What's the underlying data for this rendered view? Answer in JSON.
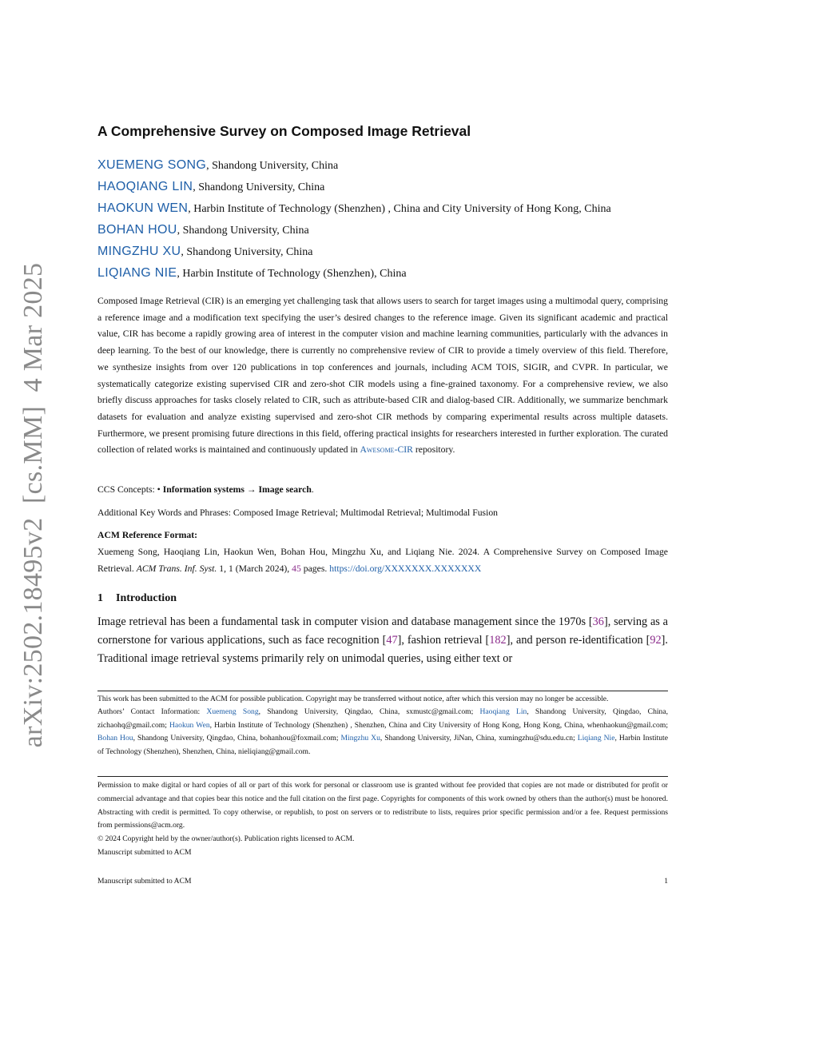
{
  "watermark": "arXiv:2502.18495v2  [cs.MM]  4 Mar 2025",
  "title": "A Comprehensive Survey on Composed Image Retrieval",
  "authors": [
    {
      "name": "XUEMENG SONG",
      "affiliation": ", Shandong University, China"
    },
    {
      "name": "HAOQIANG LIN",
      "affiliation": ", Shandong University, China"
    },
    {
      "name": "HAOKUN WEN",
      "affiliation": ", Harbin Institute of Technology (Shenzhen) , China and City University of Hong Kong, China"
    },
    {
      "name": "BOHAN HOU",
      "affiliation": ", Shandong University, China"
    },
    {
      "name": "MINGZHU XU",
      "affiliation": ", Shandong University, China"
    },
    {
      "name": "LIQIANG NIE",
      "affiliation": ", Harbin Institute of Technology (Shenzhen), China"
    }
  ],
  "abstract": {
    "text": "Composed Image Retrieval (CIR) is an emerging yet challenging task that allows users to search for target images using a multimodal query, comprising a reference image and a modification text specifying the user’s desired changes to the reference image. Given its significant academic and practical value, CIR has become a rapidly growing area of interest in the computer vision and machine learning communities, particularly with the advances in deep learning. To the best of our knowledge, there is currently no comprehensive review of CIR to provide a timely overview of this field. Therefore, we synthesize insights from over 120 publications in top conferences and journals, including ACM TOIS, SIGIR, and CVPR. In particular, we systematically categorize existing supervised CIR and zero-shot CIR models using a fine-grained taxonomy. For a comprehensive review, we also briefly discuss approaches for tasks closely related to CIR, such as attribute-based CIR and dialog-based CIR. Additionally, we summarize benchmark datasets for evaluation and analyze existing supervised and zero-shot CIR methods by comparing experimental results across multiple datasets. Furthermore, we present promising future directions in this field, offering practical insights for researchers interested in further exploration. The curated collection of related works is maintained and continuously updated in ",
    "link": "Awesome-CIR",
    "after": " repository."
  },
  "ccs": {
    "label": "CCS Concepts: • ",
    "bold": "Information systems → Image search",
    "end": "."
  },
  "keywords": "Additional Key Words and Phrases: Composed Image Retrieval; Multimodal Retrieval; Multimodal Fusion",
  "reference": {
    "heading": "ACM Reference Format:",
    "text": "Xuemeng Song, Haoqiang Lin, Haokun Wen, Bohan Hou, Mingzhu Xu, and Liqiang Nie. 2024. A Comprehensive Survey on Composed Image Retrieval. ",
    "journal": "ACM Trans. Inf. Syst.",
    "details": " 1, 1 (March 2024), ",
    "pages": "45",
    "pages_suffix": " pages. ",
    "doi": "https://doi.org/XXXXXXX.XXXXXXX"
  },
  "section": {
    "number": "1",
    "title": "Introduction"
  },
  "intro": {
    "s1": "Image retrieval has been a fundamental task in computer vision and database management since the 1970s [",
    "c1": "36",
    "s2": "], serving as a cornerstone for various applications, such as face recognition [",
    "c2": "47",
    "s3": "], fashion retrieval [",
    "c3": "182",
    "s4": "], and person re-identification [",
    "c4": "92",
    "s5": "]. Traditional image retrieval systems primarily rely on unimodal queries, using either text or"
  },
  "footnote1": {
    "notice": "This work has been submitted to the ACM for possible publication. Copyright may be transferred without notice, after which this version may no longer be accessible.",
    "label": "Authors’ Contact Information: ",
    "entries": [
      {
        "name": "Xuemeng Song",
        "info": ", Shandong University, Qingdao, China, sxmustc@gmail.com; "
      },
      {
        "name": "Haoqiang Lin",
        "info": ", Shandong University, Qingdao, China, zichaohq@gmail.com; "
      },
      {
        "name": "Haokun Wen",
        "info": ", Harbin Institute of Technology (Shenzhen) , Shenzhen, China and City University of Hong Kong, Hong Kong, China, whenhaokun@gmail.com; "
      },
      {
        "name": "Bohan Hou",
        "info": ", Shandong University, Qingdao, China, bohanhou@foxmail.com; "
      },
      {
        "name": "Mingzhu Xu",
        "info": ", Shandong University, JiNan, China, xumingzhu@sdu.edu.cn; "
      },
      {
        "name": "Liqiang Nie",
        "info": ", Harbin Institute of Technology (Shenzhen), Shenzhen, China, nieliqiang@gmail.com."
      }
    ]
  },
  "footnote2": {
    "permission": "Permission to make digital or hard copies of all or part of this work for personal or classroom use is granted without fee provided that copies are not made or distributed for profit or commercial advantage and that copies bear this notice and the full citation on the first page. Copyrights for components of this work owned by others than the author(s) must be honored. Abstracting with credit is permitted. To copy otherwise, or republish, to post on servers or to redistribute to lists, requires prior specific permission and/or a fee. Request permissions from permissions@acm.org.",
    "copyright": "© 2024 Copyright held by the owner/author(s). Publication rights licensed to ACM.",
    "manuscript": "Manuscript submitted to ACM"
  },
  "footer": {
    "left": "Manuscript submitted to ACM",
    "page": "1"
  }
}
